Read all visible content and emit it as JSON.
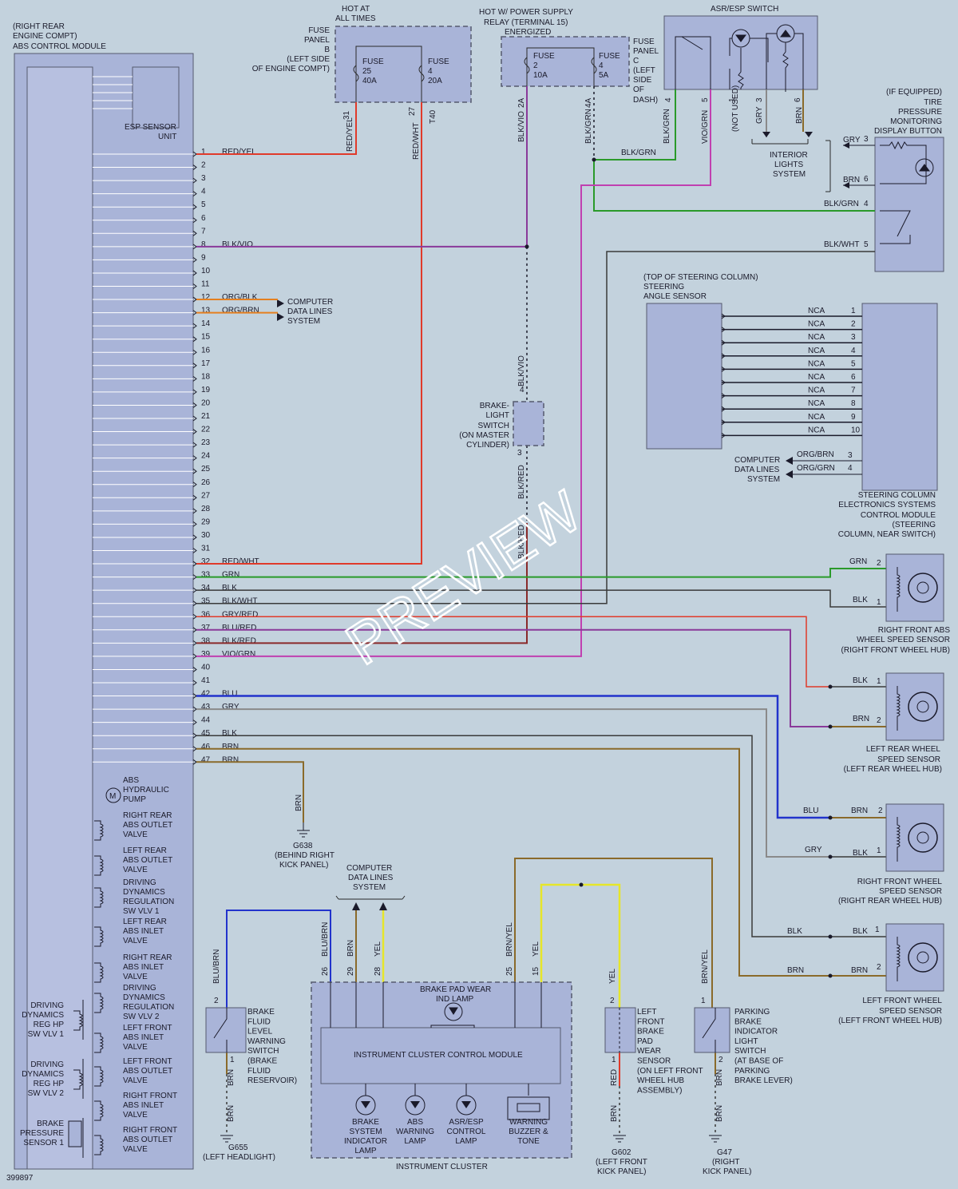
{
  "module": {
    "location_l1": "(RIGHT REAR",
    "location_l2": "ENGINE COMPT)",
    "title": "ABS CONTROL MODULE",
    "esp_l1": "ESP SENSOR",
    "esp_l2": "UNIT",
    "pins": [
      {
        "n": "1",
        "wire": "RED/YEL"
      },
      {
        "n": "2",
        "wire": ""
      },
      {
        "n": "3",
        "wire": ""
      },
      {
        "n": "4",
        "wire": ""
      },
      {
        "n": "5",
        "wire": ""
      },
      {
        "n": "6",
        "wire": ""
      },
      {
        "n": "7",
        "wire": ""
      },
      {
        "n": "8",
        "wire": "BLK/VIO"
      },
      {
        "n": "9",
        "wire": ""
      },
      {
        "n": "10",
        "wire": ""
      },
      {
        "n": "11",
        "wire": ""
      },
      {
        "n": "12",
        "wire": "ORG/BLK"
      },
      {
        "n": "13",
        "wire": "ORG/BRN"
      },
      {
        "n": "14",
        "wire": ""
      },
      {
        "n": "15",
        "wire": ""
      },
      {
        "n": "16",
        "wire": ""
      },
      {
        "n": "17",
        "wire": ""
      },
      {
        "n": "18",
        "wire": ""
      },
      {
        "n": "19",
        "wire": ""
      },
      {
        "n": "20",
        "wire": ""
      },
      {
        "n": "21",
        "wire": ""
      },
      {
        "n": "22",
        "wire": ""
      },
      {
        "n": "23",
        "wire": ""
      },
      {
        "n": "24",
        "wire": ""
      },
      {
        "n": "25",
        "wire": ""
      },
      {
        "n": "26",
        "wire": ""
      },
      {
        "n": "27",
        "wire": ""
      },
      {
        "n": "28",
        "wire": ""
      },
      {
        "n": "29",
        "wire": ""
      },
      {
        "n": "30",
        "wire": ""
      },
      {
        "n": "31",
        "wire": ""
      },
      {
        "n": "32",
        "wire": "RED/WHT"
      },
      {
        "n": "33",
        "wire": "GRN"
      },
      {
        "n": "34",
        "wire": "BLK"
      },
      {
        "n": "35",
        "wire": "BLK/WHT"
      },
      {
        "n": "36",
        "wire": "GRY/RED"
      },
      {
        "n": "37",
        "wire": "BLU/RED"
      },
      {
        "n": "38",
        "wire": "BLK/RED"
      },
      {
        "n": "39",
        "wire": "VIO/GRN"
      },
      {
        "n": "40",
        "wire": ""
      },
      {
        "n": "41",
        "wire": ""
      },
      {
        "n": "42",
        "wire": "BLU"
      },
      {
        "n": "43",
        "wire": "GRY"
      },
      {
        "n": "44",
        "wire": ""
      },
      {
        "n": "45",
        "wire": "BLK"
      },
      {
        "n": "46",
        "wire": "BRN"
      },
      {
        "n": "47",
        "wire": "BRN"
      }
    ],
    "internal": [
      [
        "ABS",
        "HYDRAULIC",
        "PUMP"
      ],
      [
        "RIGHT REAR",
        "ABS OUTLET",
        "VALVE"
      ],
      [
        "LEFT REAR",
        "ABS OUTLET",
        "VALVE"
      ],
      [
        "DRIVING",
        "DYNAMICS",
        "REGULATION",
        "SW VLV 1"
      ],
      [
        "LEFT REAR",
        "ABS INLET",
        "VALVE"
      ],
      [
        "RIGHT REAR",
        "ABS INLET",
        "VALVE"
      ],
      [
        "DRIVING",
        "DYNAMICS",
        "REGULATION",
        "SW VLV 2"
      ],
      [
        "LEFT FRONT",
        "ABS INLET",
        "VALVE"
      ],
      [
        "LEFT FRONT",
        "ABS OUTLET",
        "VALVE"
      ],
      [
        "RIGHT FRONT",
        "ABS INLET",
        "VALVE"
      ],
      [
        "RIGHT FRONT",
        "ABS OUTLET",
        "VALVE"
      ]
    ],
    "left_side": [
      [
        "DRIVING",
        "DYNAMICS",
        "REG HP",
        "SW VLV 1"
      ],
      [
        "DRIVING",
        "DYNAMICS",
        "REG HP",
        "SW VLV 2"
      ],
      [
        "BRAKE",
        "PRESSURE",
        "SENSOR 1"
      ]
    ]
  },
  "hot_at_all_times": {
    "l1": "HOT AT",
    "l2": "ALL TIMES"
  },
  "fuse_panel_b": [
    "FUSE",
    "PANEL",
    "B",
    "(LEFT SIDE",
    "OF ENGINE COMPT)"
  ],
  "fuse25": {
    "l1": "FUSE",
    "l2": "25",
    "l3": "40A",
    "pin": "31",
    "wire": "RED/YEL"
  },
  "fuse4a": {
    "l1": "FUSE",
    "l2": "4",
    "l3": "20A",
    "pin": "27",
    "wire": "RED/WHT",
    "conn": "T40"
  },
  "hot_relay": [
    "HOT W/ POWER SUPPLY",
    "RELAY (TERMINAL 15)",
    "ENERGIZED"
  ],
  "fuse2": {
    "l1": "FUSE",
    "l2": "2",
    "l3": "10A",
    "pin": "2A",
    "wire": "BLK/VIO"
  },
  "fuse4b": {
    "l1": "FUSE",
    "l2": "4",
    "l3": "5A",
    "pin": "4A",
    "wire": "BLK/GRN"
  },
  "fuse_panel_c": [
    "FUSE",
    "PANEL",
    "C",
    "(LEFT",
    "SIDE",
    "OF",
    "DASH)"
  ],
  "asr_switch": {
    "title": "ASR/ESP SWITCH",
    "pins": [
      {
        "n": "4",
        "wire": "BLK/GRN"
      },
      {
        "n": "5",
        "wire": "VIO/GRN"
      },
      {
        "n": "1",
        "wire": "(NOT USED)"
      },
      {
        "n": "3",
        "wire": "GRY"
      },
      {
        "n": "6",
        "wire": "BRN"
      }
    ],
    "mid_wire": "BLK/GRN",
    "interior": [
      "INTERIOR",
      "LIGHTS",
      "SYSTEM"
    ]
  },
  "tpms": {
    "title": [
      "(IF EQUIPPED)",
      "TIRE",
      "PRESSURE",
      "MONITORING",
      "DISPLAY BUTTON"
    ],
    "pins": [
      {
        "n": "3",
        "wire": "GRY"
      },
      {
        "n": "6",
        "wire": "BRN"
      },
      {
        "n": "4",
        "wire": "BLK/GRN"
      },
      {
        "n": "5",
        "wire": "BLK/WHT"
      }
    ]
  },
  "steering_angle": {
    "title": [
      "(TOP OF STEERING COLUMN)",
      "STEERING",
      "ANGLE SENSOR"
    ]
  },
  "nca_rows": [
    {
      "wire": "NCA",
      "n": "1"
    },
    {
      "wire": "NCA",
      "n": "2"
    },
    {
      "wire": "NCA",
      "n": "3"
    },
    {
      "wire": "NCA",
      "n": "4"
    },
    {
      "wire": "NCA",
      "n": "5"
    },
    {
      "wire": "NCA",
      "n": "6"
    },
    {
      "wire": "NCA",
      "n": "7"
    },
    {
      "wire": "NCA",
      "n": "8"
    },
    {
      "wire": "NCA",
      "n": "9"
    },
    {
      "wire": "NCA",
      "n": "10"
    }
  ],
  "steering_data": {
    "label": [
      "COMPUTER",
      "DATA LINES",
      "SYSTEM"
    ],
    "pins": [
      {
        "wire": "ORG/BRN",
        "n": "3"
      },
      {
        "wire": "ORG/GRN",
        "n": "4"
      }
    ]
  },
  "steering_module": [
    "STEERING COLUMN",
    "ELECTRONICS SYSTEMS",
    "CONTROL MODULE",
    "(STEERING",
    "COLUMN, NEAR SWITCH)"
  ],
  "module_data_lines": [
    "COMPUTER",
    "DATA LINES",
    "SYSTEM"
  ],
  "brake_light_switch": {
    "label": [
      "BRAKE-",
      "LIGHT",
      "SWITCH",
      "(ON MASTER",
      "CYLINDER)"
    ],
    "pin_top": "4",
    "wire_top": "BLK/VIO",
    "pin_bot": "3",
    "wire_bot": "BLK/RED",
    "wire_bot2": "BLK/RED"
  },
  "rf_abs": {
    "label": [
      "RIGHT FRONT ABS",
      "WHEEL SPEED SENSOR",
      "(RIGHT FRONT WHEEL HUB)"
    ],
    "pins": [
      {
        "n": "2",
        "wire": "GRN"
      },
      {
        "n": "1",
        "wire": "BLK"
      }
    ]
  },
  "lr_wss": {
    "label": [
      "LEFT REAR WHEEL",
      "SPEED SENSOR",
      "(LEFT REAR WHEEL HUB)"
    ],
    "pins": [
      {
        "n": "1",
        "wire": "BLK"
      },
      {
        "n": "2",
        "wire": "BRN"
      }
    ]
  },
  "rf_wss": {
    "label": [
      "RIGHT FRONT WHEEL",
      "SPEED SENSOR"
    ],
    "pins": [
      {
        "n": "2",
        "wire": "BRN",
        "in": "BLU"
      },
      {
        "n": "1",
        "wire": "BLK",
        "in": "GRY"
      }
    ]
  },
  "rr_wss": {
    "label": [
      "RIGHT REAR WHEEL",
      "SPEED SENSOR",
      "(RIGHT REAR WHEEL HUB)"
    ]
  },
  "lf_wss": {
    "label": [
      "LEFT FRONT WHEEL",
      "SPEED SENSOR",
      "(LEFT FRONT WHEEL HUB)"
    ],
    "pins": [
      {
        "n": "1",
        "wire": "BLK",
        "in": "BLK"
      },
      {
        "n": "2",
        "wire": "BRN",
        "in": "BRN"
      }
    ]
  },
  "g638": {
    "wire": "BRN",
    "name": "G638",
    "loc": [
      "(BEHIND RIGHT",
      "KICK PANEL)"
    ]
  },
  "ic_data_lines": [
    "COMPUTER",
    "DATA LINES",
    "SYSTEM"
  ],
  "brake_fluid": {
    "label": [
      "BRAKE",
      "FLUID",
      "LEVEL",
      "WARNING",
      "SWITCH",
      "(BRAKE",
      "FLUID",
      "RESERVOIR)"
    ],
    "pin_top": "2",
    "wire_top": "BLU/BRN",
    "pin_bot": "1",
    "wire_bot": "BRN",
    "wire_bot2": "BRN",
    "ground": "G655",
    "ground_loc": "(LEFT HEADLIGHT)"
  },
  "cluster": {
    "pins": [
      {
        "n": "26",
        "wire": "BLU/BRN"
      },
      {
        "n": "29",
        "wire": "BRN"
      },
      {
        "n": "28",
        "wire": "YEL"
      },
      {
        "n": "25",
        "wire": "BRN/YEL"
      },
      {
        "n": "15",
        "wire": "YEL"
      }
    ],
    "pad_lamp": [
      "BRAKE PAD WEAR",
      "IND LAMP"
    ],
    "control_module": "INSTRUMENT CLUSTER CONTROL MODULE",
    "lamps": [
      [
        "BRAKE",
        "SYSTEM",
        "INDICATOR",
        "LAMP"
      ],
      [
        "ABS",
        "WARNING",
        "LAMP"
      ],
      [
        "ASR/ESP",
        "CONTROL",
        "LAMP"
      ],
      [
        "WARNING",
        "BUZZER &",
        "TONE"
      ]
    ],
    "title": "INSTRUMENT CLUSTER"
  },
  "pad_sensor": {
    "label": [
      "LEFT",
      "FRONT",
      "BRAKE",
      "PAD",
      "WEAR",
      "SENSOR",
      "(ON LEFT FRONT",
      "WHEEL HUB",
      "ASSEMBLY)"
    ],
    "pin_top": "2",
    "wire_top": "YEL",
    "pin_bot": "1",
    "wire_bot": "RED",
    "wire_bot2": "BRN",
    "ground": "G602",
    "ground_loc": [
      "(LEFT FRONT",
      "KICK PANEL)"
    ]
  },
  "parking": {
    "label": [
      "PARKING",
      "BRAKE",
      "INDICATOR",
      "LIGHT",
      "SWITCH",
      "(AT BASE OF",
      "PARKING",
      "BRAKE LEVER)"
    ],
    "pin_top": "1",
    "wire_top": "BRN/YEL",
    "pin_bot": "2",
    "wire_bot": "BRN",
    "wire_bot2": "BRN",
    "ground": "G47",
    "ground_loc": [
      "(RIGHT",
      "KICK PANEL)"
    ]
  },
  "doc_id": "399897",
  "watermark": "PREVIEW",
  "colors": {
    "red": "#e03a2a",
    "green": "#2a9a2a",
    "blue": "#2233cc",
    "violet": "#8a3a9a",
    "gray": "#8a8a8a",
    "black": "#3a3a3a",
    "brown": "#8a6a2a",
    "yellow": "#e6e62a",
    "orange": "#e58020",
    "darkred": "#8a2a2a",
    "magenta": "#c040b0"
  }
}
